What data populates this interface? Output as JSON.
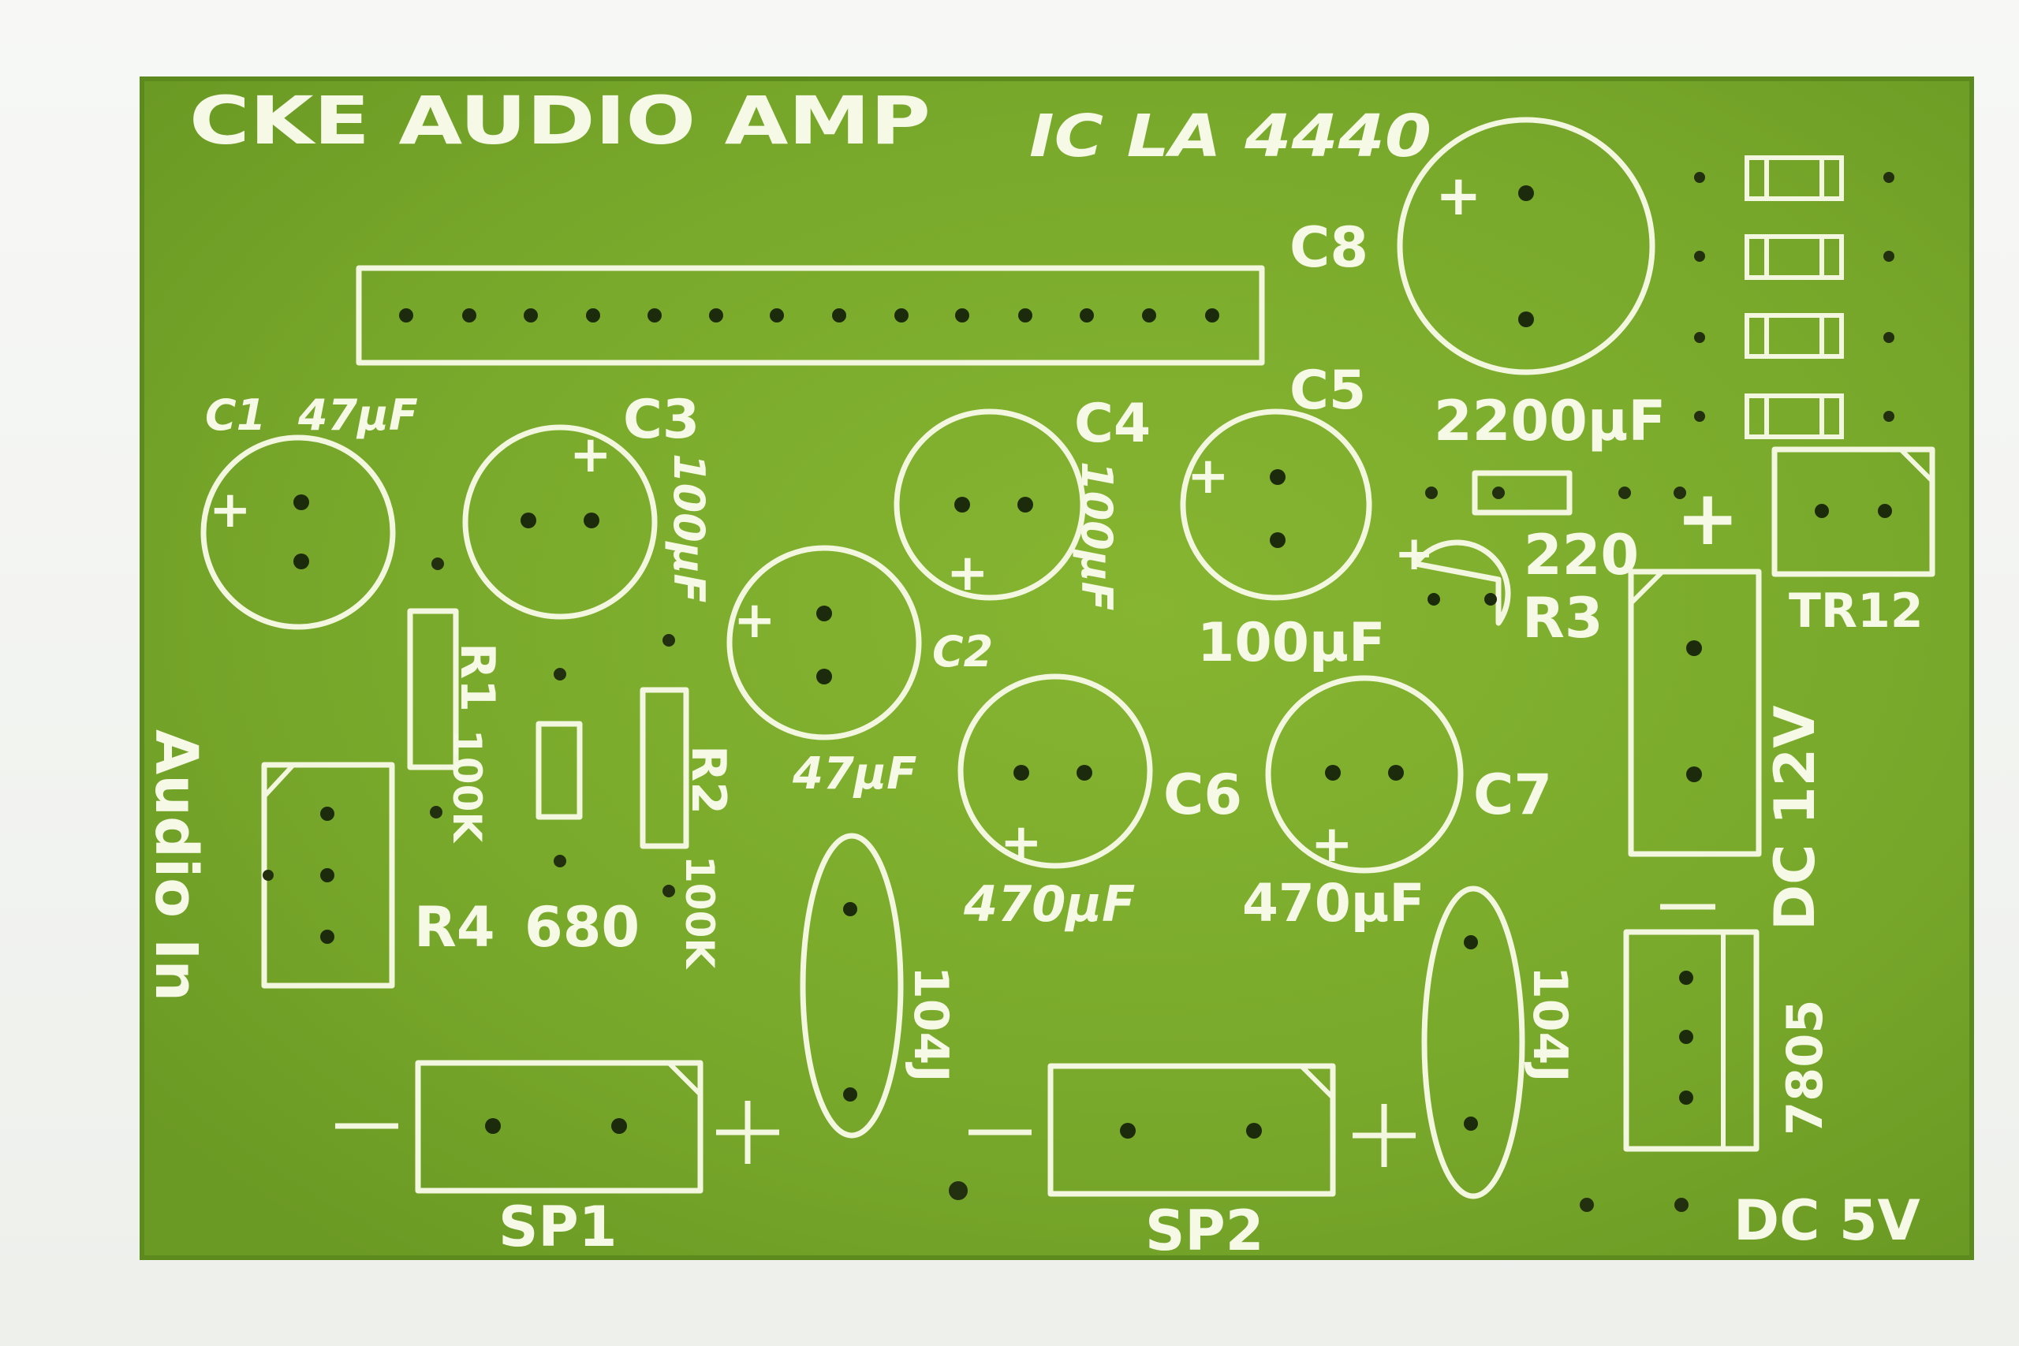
{
  "board": {
    "title": "CKE AUDIO AMP",
    "ic": "IC LA 4440",
    "colors": {
      "board": "#7fae2e",
      "silkscreen": "#f4f7df",
      "hole": "#1c2b0c"
    }
  },
  "labels": {
    "c1": "C1",
    "c1_val": "47µF",
    "c2": "C2",
    "c2_val": "47µF",
    "c3": "C3",
    "c3_val": "100µF",
    "c4": "C4",
    "c4_val": "100µF",
    "c5": "C5",
    "c5_val": "100µF",
    "c6": "C6",
    "c6_val": "470µF",
    "c7": "C7",
    "c7_val": "470µF",
    "c8": "C8",
    "c8_val": "2200µF",
    "r1": "R1",
    "r1_val": "100K",
    "r2": "R2",
    "r2_val": "100K",
    "r3": "R3",
    "r3_val": "220",
    "r4": "R4",
    "r4_val": "680",
    "cap1_val": "104J",
    "cap2_val": "104J",
    "tr12": "TR12",
    "dc12": "DC 12V",
    "reg": "7805",
    "dc5": "DC 5V",
    "audio_in": "Audio In",
    "sp1": "SP1",
    "sp2": "SP2",
    "plus": "+",
    "minus": "—"
  }
}
